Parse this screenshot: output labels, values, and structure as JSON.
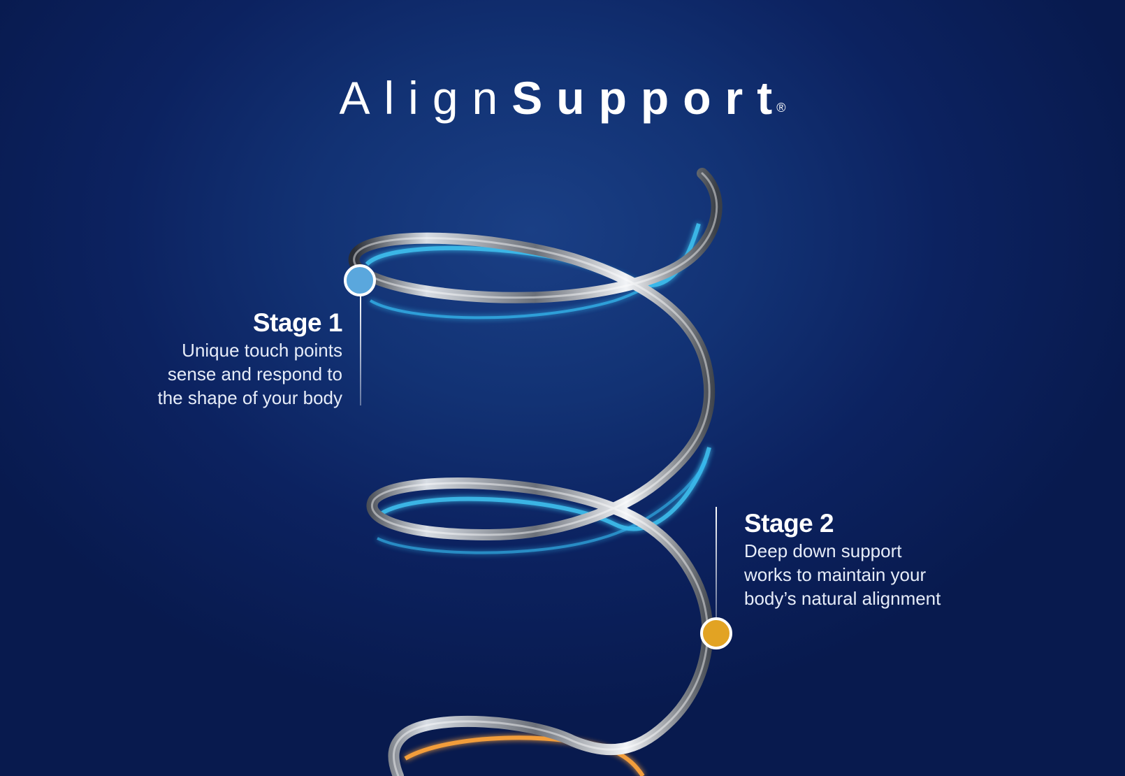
{
  "brand": {
    "name_light": "Align",
    "name_bold": "Support",
    "mark": "®"
  },
  "stages": [
    {
      "title": "Stage 1",
      "lines": [
        "Unique touch points",
        "sense and respond to",
        "the shape of your body"
      ],
      "color": "#5aa7dd"
    },
    {
      "title": "Stage 2",
      "lines": [
        "Deep down support",
        "works to maintain your",
        "body’s natural alignment"
      ],
      "color": "#e2a323"
    }
  ],
  "colors": {
    "background": "#0c2260",
    "glow_blue": "#3fc4f2",
    "glow_orange": "#ffa53a"
  }
}
